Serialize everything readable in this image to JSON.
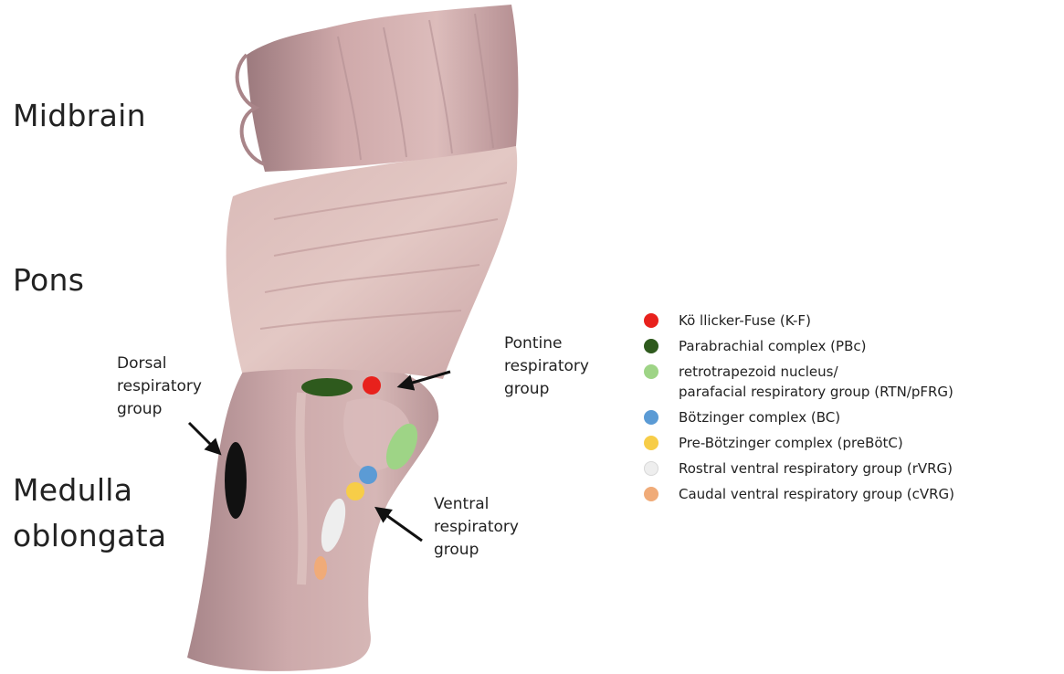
{
  "colors": {
    "kolliker_fuse": "#e8211c",
    "parabrachial": "#2e5a1d",
    "rtn_pfrg": "#9ed486",
    "botzinger": "#5b9bd5",
    "pre_botzinger": "#f7cd48",
    "rvrg": "#eeeeee",
    "cvrg": "#f0ab78",
    "drg": "#111111",
    "tissue": "#c8a3a5"
  },
  "regions": {
    "midbrain": "Midbrain",
    "pons": "Pons",
    "medulla_line1": "Medulla",
    "medulla_line2": "oblongata"
  },
  "groups": {
    "dorsal": [
      "Dorsal",
      "respiratory",
      "group"
    ],
    "pontine": [
      "Pontine",
      "respiratory",
      "group"
    ],
    "ventral": [
      "Ventral",
      "respiratory",
      "group"
    ]
  },
  "legend": [
    {
      "key": "kolliker_fuse",
      "lines": [
        "Kö llicker-Fuse (K-F)"
      ]
    },
    {
      "key": "parabrachial",
      "lines": [
        "Parabrachial complex (PBc)"
      ]
    },
    {
      "key": "rtn_pfrg",
      "lines": [
        "retrotrapezoid nucleus/",
        "parafacial respiratory group (RTN/pFRG)"
      ]
    },
    {
      "key": "botzinger",
      "lines": [
        "Bötzinger complex (BC)"
      ]
    },
    {
      "key": "pre_botzinger",
      "lines": [
        "Pre-Bötzinger complex (preBötC)"
      ]
    },
    {
      "key": "rvrg",
      "lines": [
        "Rostral ventral respiratory group (rVRG)"
      ]
    },
    {
      "key": "cvrg",
      "lines": [
        "Caudal ventral respiratory group (cVRG)"
      ]
    }
  ]
}
